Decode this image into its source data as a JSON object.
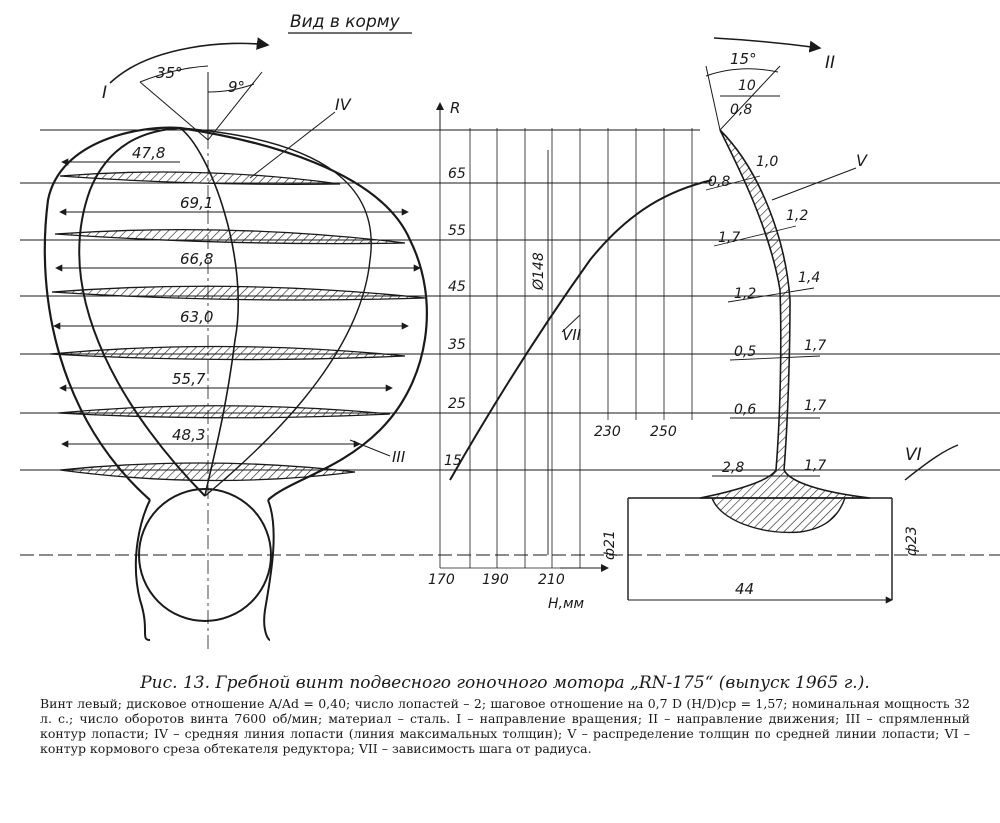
{
  "diagram": {
    "view_label": "Вид в корму",
    "markers": {
      "rotation": "I",
      "motion": "II",
      "straightened": "III",
      "mid_line": "IV",
      "thickness": "V",
      "fairing": "VI",
      "pitch": "VII"
    },
    "angles": {
      "a35": "35°",
      "a9": "9°",
      "a15": "15°"
    },
    "section_widths": [
      "47,8",
      "69,1",
      "66,8",
      "63,0",
      "55,7",
      "48,3"
    ],
    "pitch_axis": {
      "r_label": "R",
      "r_ticks": [
        "65",
        "55",
        "45",
        "35",
        "25",
        "15"
      ],
      "h_label": "H,мм",
      "h_ticks": [
        "170",
        "190",
        "210"
      ],
      "h_ticks_upper": [
        "230",
        "250"
      ],
      "diameter": "Ø148"
    },
    "thickness": {
      "top": [
        "10",
        "0,8"
      ],
      "left": [
        "0,8",
        "1,7",
        "1,2",
        "0,5",
        "0,6",
        "2,8"
      ],
      "right": [
        "1,0",
        "1,2",
        "1,4",
        "1,7",
        "1,7",
        "1,7"
      ]
    },
    "hub": {
      "d_left": "ф21",
      "d_right": "ф23",
      "length": "44"
    }
  },
  "caption": {
    "title": "Рис. 13. Гребной винт подвесного гоночного мотора „RN-175“ (выпуск 1965 г.).",
    "text": "Винт левый; дисковое отношение A/Ad = 0,40; число лопастей – 2; шаговое отношение на 0,7 D (H/D)ср = 1,57; номинальная мощность 32 л. с.; число оборотов винта 7600 об/мин; материал – сталь. I – направление вращения; II – направление движения; III – спрямленный контур лопасти; IV – средняя линия лопасти (линия максимальных толщин); V – распределение толщин по средней линии лопасти; VI – контур кормового среза обтекателя редуктора; VII – зависимость шага от радиуса."
  }
}
